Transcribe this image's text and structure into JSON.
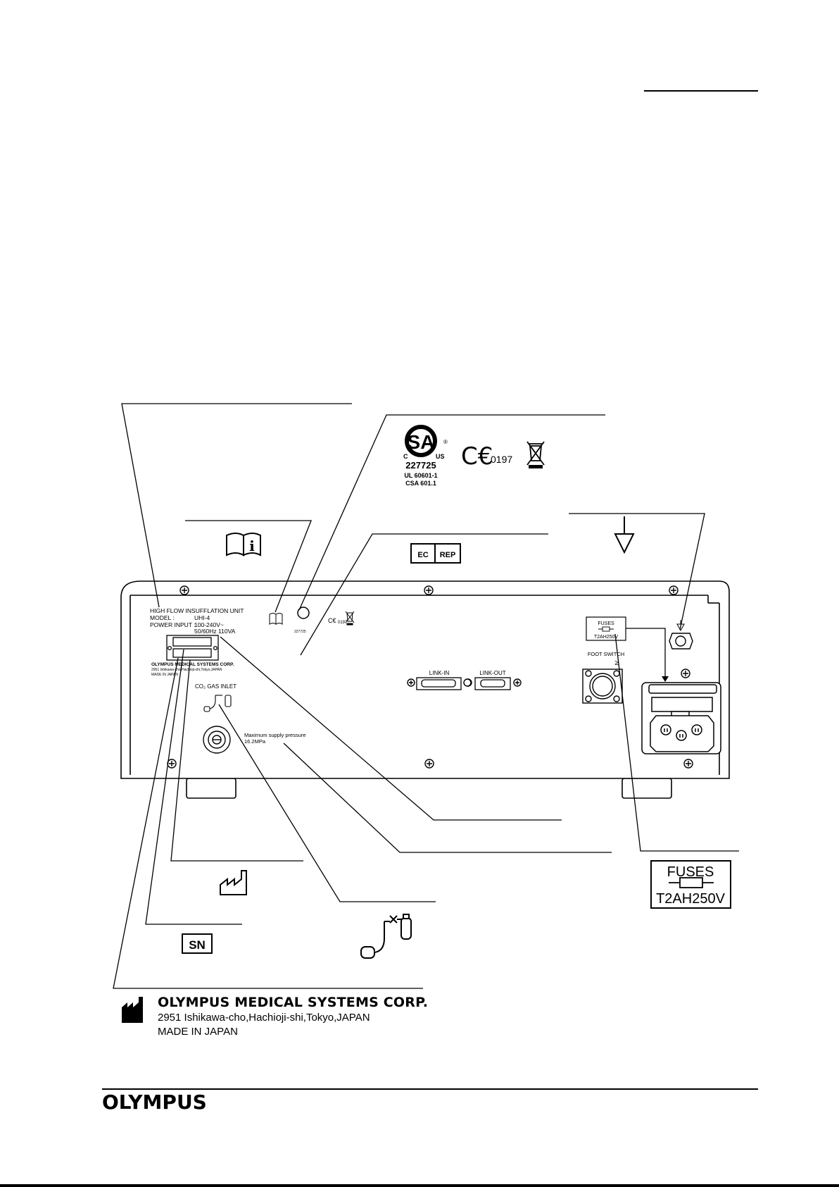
{
  "labels": {
    "unit_name": "HIGH FLOW INSUFFLATION UNIT",
    "model_label": "MODEL :",
    "model_value": "UHI-4",
    "power_label": "POWER INPUT :",
    "power_value_1": "100-240V~",
    "power_value_2": "50/60Hz 110VA",
    "plate_company": "OLYMPUS MEDICAL SYSTEMS CORP.",
    "plate_address": "2951 Ishikawa-cho,Hachioji-shi,Tokyo,JAPAN",
    "plate_made_in": "MADE IN JAPAN",
    "co2_inlet": "CO₂ GAS INLET",
    "max_pressure_1": "Maximum supply pressure",
    "max_pressure_2": "16.2MPa",
    "link_in": "LINK-IN",
    "link_out": "LINK-OUT",
    "foot_switch": "FOOT SWITCH",
    "fuses_small_1": "FUSES",
    "fuses_small_2": "T2AH250V",
    "fuses_large_1": "FUSES",
    "fuses_large_2": "T2AH250V",
    "ec": "EC",
    "rep": "REP",
    "sn": "SN",
    "csa_number": "227725",
    "csa_c": "C",
    "csa_us": "US",
    "csa_std_1": "UL 60601-1",
    "csa_std_2": "CSA 601.1",
    "ce_number": "0197",
    "small_csa_number": "227725",
    "small_ce": "0197"
  },
  "manufacturer": {
    "name": "OLYMPUS MEDICAL SYSTEMS CORP.",
    "address": "2951 Ishikawa-cho,Hachioji-shi,Tokyo,JAPAN",
    "made_in": "MADE IN JAPAN"
  },
  "footer": {
    "logo": "OLYMPUS"
  },
  "icons": [
    "instructions-icon",
    "equipotential-icon",
    "manufacturer-icon",
    "gas-cylinder-icon",
    "weee-bin-icon",
    "csa-mark-icon",
    "ce-mark-icon",
    "screw-icon"
  ]
}
